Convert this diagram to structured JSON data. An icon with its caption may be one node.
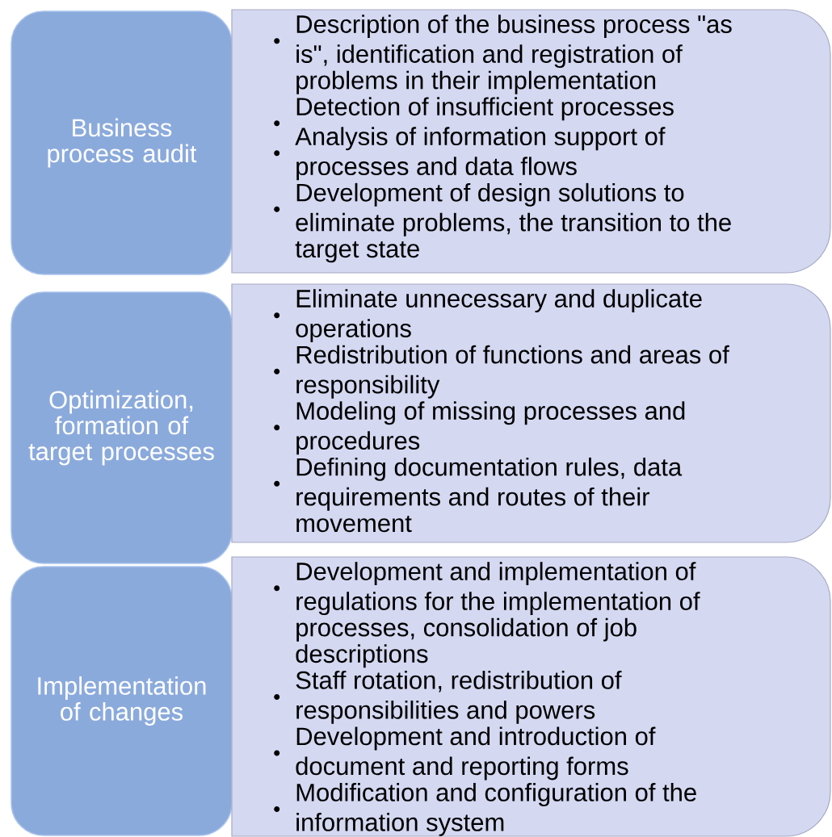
{
  "diagram": {
    "nodes": [
      {
        "text": [
          "Business process audit"
        ]
      },
      {
        "text": [
          "Description of the business process \"as is\", identification and registration of problems in their implementation",
          "Detection of insufficient processes",
          "Analysis of information support of processes and data flows",
          "Development of design solutions to eliminate problems, the transition to the target state"
        ]
      },
      {
        "text": [
          "Optimization, formation of target processes"
        ]
      },
      {
        "text": [
          "Eliminate unnecessary and duplicate operations",
          "Redistribution of functions and areas of responsibility",
          "Modeling of missing processes and procedures",
          "Defining documentation rules, data requirements and routes of their movement"
        ]
      },
      {
        "text": [
          "Implementation of changes"
        ]
      },
      {
        "text": [
          "Development and implementation of regulations for the implementation of processes, consolidation of job descriptions",
          "Staff rotation, redistribution of responsibilities and powers",
          "Development and introduction of document and reporting forms",
          "Modification and configuration of the information system"
        ]
      }
    ]
  }
}
